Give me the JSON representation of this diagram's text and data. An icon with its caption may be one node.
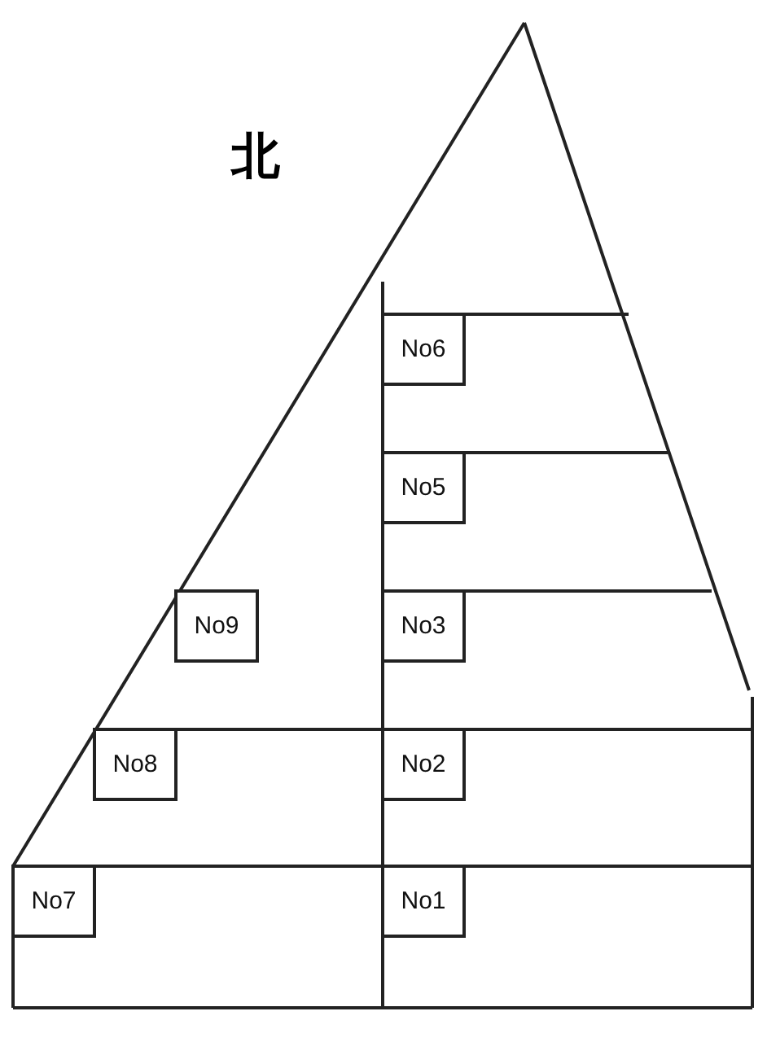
{
  "diagram": {
    "nodes": [
      {
        "text": [
          "No6"
        ]
      },
      {
        "text": [
          "No5"
        ]
      },
      {
        "text": [
          "No9"
        ]
      },
      {
        "text": [
          "No3"
        ]
      },
      {
        "text": [
          "No8"
        ]
      },
      {
        "text": [
          "No2"
        ]
      },
      {
        "text": [
          "No7"
        ]
      },
      {
        "text": [
          "No1"
        ]
      }
    ],
    "labels": [
      "北"
    ]
  }
}
